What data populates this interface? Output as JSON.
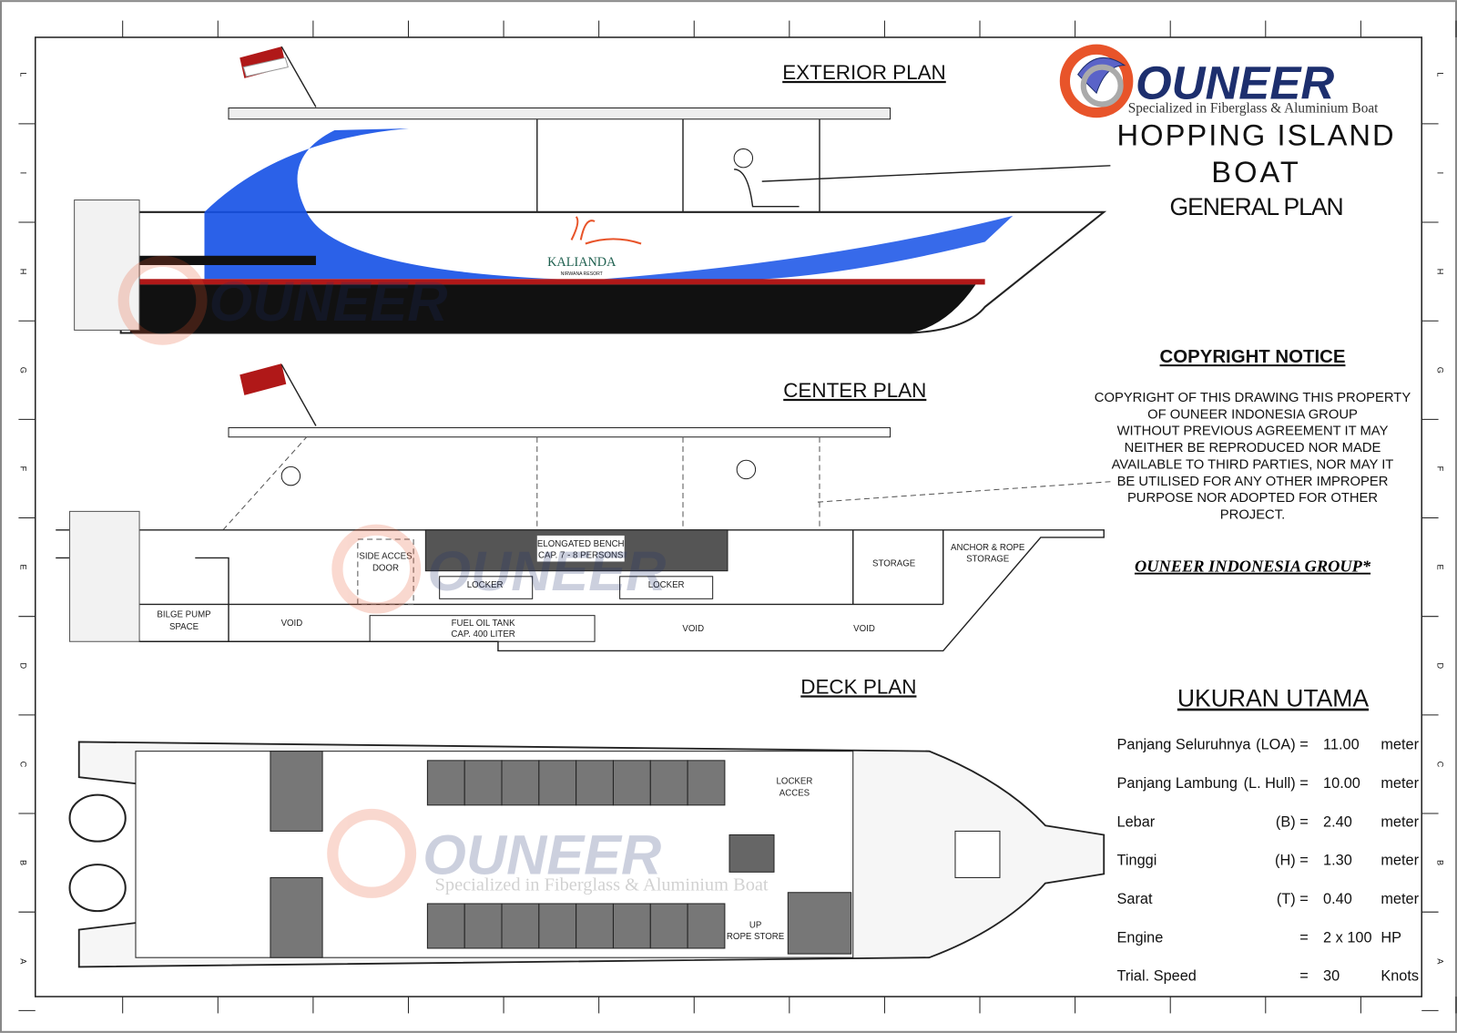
{
  "brand": {
    "name": "OUNEER",
    "tagline": "Specialized in Fiberglass & Aluminium Boat",
    "colors": {
      "navy": "#1d2f6e",
      "orange": "#e8542a",
      "blue": "#1450e6",
      "red": "#b01818"
    }
  },
  "title": {
    "line1": "HOPPING ISLAND",
    "line2": "BOAT",
    "subtitle": "GENERAL PLAN"
  },
  "sections": {
    "exterior": "EXTERIOR PLAN",
    "center": "CENTER PLAN",
    "deck": "DECK PLAN"
  },
  "client_logo": {
    "name": "KALIANDA",
    "sub": "NIRWANA RESORT"
  },
  "border_letters": [
    "L",
    "I",
    "H",
    "G",
    "F",
    "E",
    "D",
    "C",
    "B",
    "A"
  ],
  "copyright": {
    "heading": "COPYRIGHT NOTICE",
    "lines": [
      "COPYRIGHT OF THIS DRAWING THIS PROPERTY",
      "OF OUNEER INDONESIA GROUP",
      "WITHOUT PREVIOUS AGREEMENT IT MAY",
      "NEITHER BE REPRODUCED NOR MADE",
      "AVAILABLE TO THIRD PARTIES, NOR MAY IT",
      "BE UTILISED FOR ANY OTHER IMPROPER",
      "PURPOSE NOR ADOPTED FOR OTHER",
      "PROJECT."
    ],
    "company": "OUNEER INDONESIA GROUP*"
  },
  "center_labels": {
    "side_door": [
      "SIDE ACCES",
      "DOOR"
    ],
    "bench": [
      "ELONGATED BENCH",
      "CAP. 7 - 8 PERSONS"
    ],
    "locker": "LOCKER",
    "storage": "STORAGE",
    "anchor": [
      "ANCHOR & ROPE",
      "STORAGE"
    ],
    "bilge": [
      "BILGE PUMP",
      "SPACE"
    ],
    "void": "VOID",
    "fuel": [
      "FUEL OIL TANK",
      "CAP. 400 LITER"
    ]
  },
  "deck_labels": {
    "locker_acces": [
      "LOCKER",
      "ACCES"
    ],
    "rope_store": [
      "UP",
      "ROPE STORE"
    ]
  },
  "specs": {
    "heading": "UKURAN UTAMA",
    "rows": [
      {
        "label": "Panjang Seluruhnya",
        "code": "(LOA) =",
        "value": "11.00",
        "unit": "meter"
      },
      {
        "label": "Panjang Lambung",
        "code": "(L. Hull) =",
        "value": "10.00",
        "unit": "meter"
      },
      {
        "label": "Lebar",
        "code": "(B) =",
        "value": "2.40",
        "unit": "meter"
      },
      {
        "label": "Tinggi",
        "code": "(H) =",
        "value": "1.30",
        "unit": "meter"
      },
      {
        "label": "Sarat",
        "code": "(T) =",
        "value": "0.40",
        "unit": "meter"
      },
      {
        "label": "Engine",
        "code": "=",
        "value": "2 x 100",
        "unit": "HP"
      },
      {
        "label": "Trial. Speed",
        "code": "=",
        "value": "30",
        "unit": "Knots"
      }
    ]
  }
}
